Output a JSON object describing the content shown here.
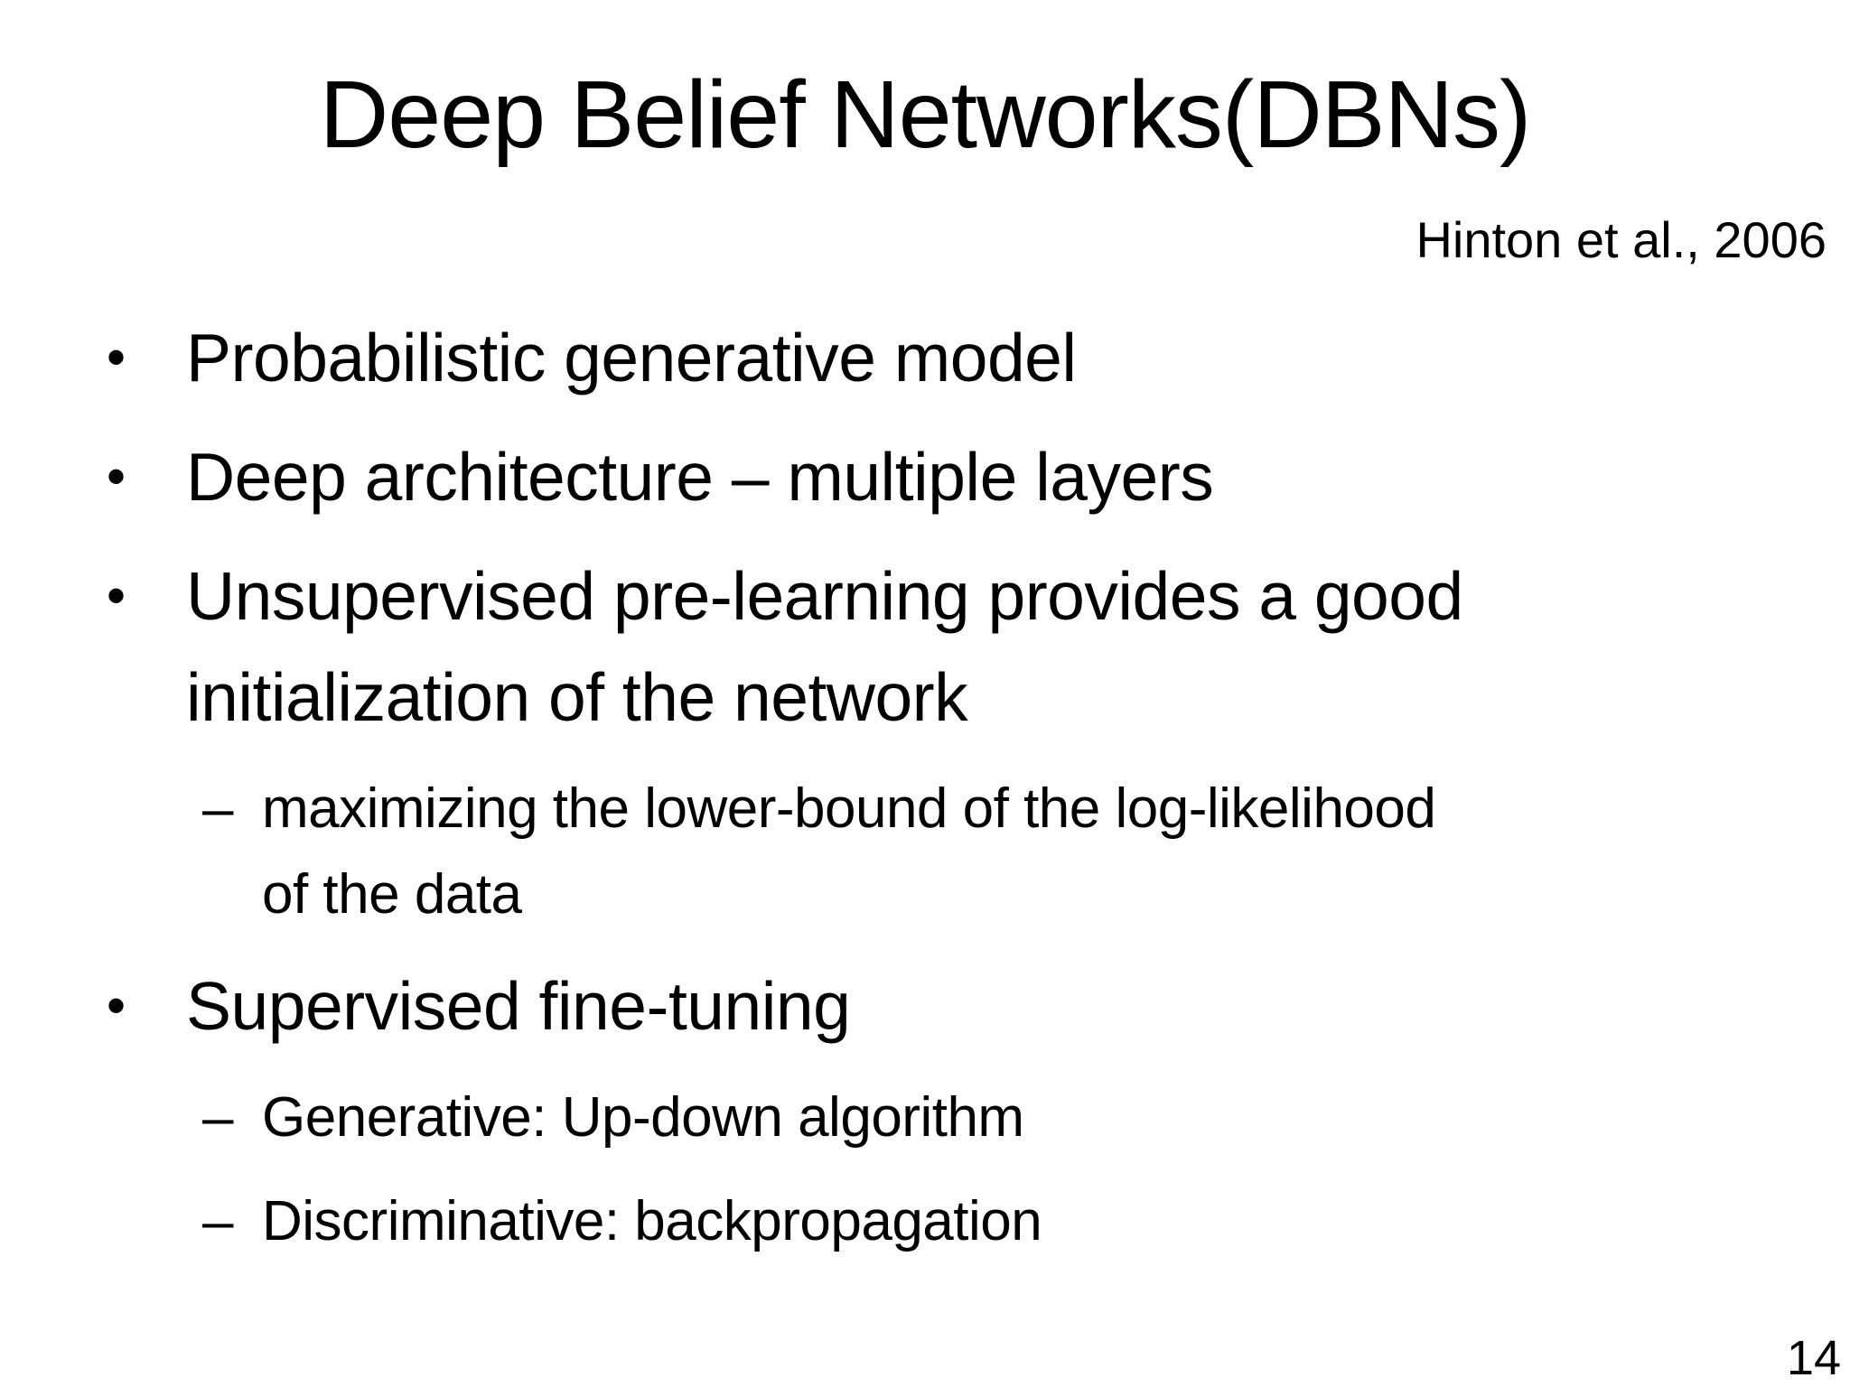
{
  "slide": {
    "title": "Deep Belief Networks(DBNs)",
    "attribution": "Hinton et al., 2006",
    "page_number": "14",
    "bullet_markers": {
      "level1": "•",
      "level2": "–"
    },
    "bullets": [
      {
        "level": 1,
        "text": "Probabilistic generative model"
      },
      {
        "level": 1,
        "text": "Deep architecture – multiple layers"
      },
      {
        "level": 1,
        "text": "Unsupervised pre-learning provides a good\ninitialization of the network"
      },
      {
        "level": 2,
        "text": "maximizing the lower-bound of the log-likelihood\nof the data"
      },
      {
        "level": 1,
        "text": "Supervised fine-tuning"
      },
      {
        "level": 2,
        "text": "Generative: Up-down algorithm"
      },
      {
        "level": 2,
        "text": "Discriminative: backpropagation"
      }
    ]
  }
}
